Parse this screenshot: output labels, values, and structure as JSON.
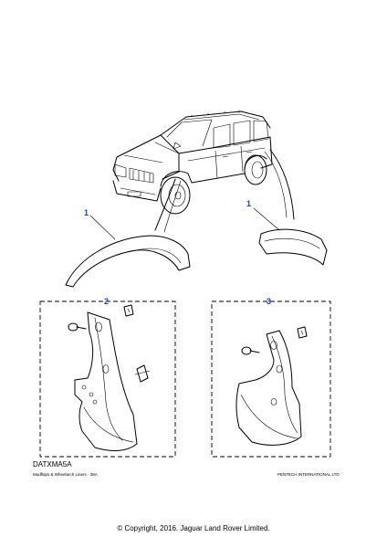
{
  "diagram": {
    "callouts": {
      "wheelarch_front": "1",
      "wheelarch_rear": "1",
      "mudflap_front": "2",
      "mudflap_rear": "3"
    },
    "reference_code": "DATXMA5A",
    "footer_left": "Mudflaps & Wheelarch Liners - 38A",
    "footer_right": "PENTECH INTERNATIONAL LTD"
  },
  "page": {
    "copyright": "© Copyright, 2016. Jaguar Land Rover Limited."
  }
}
